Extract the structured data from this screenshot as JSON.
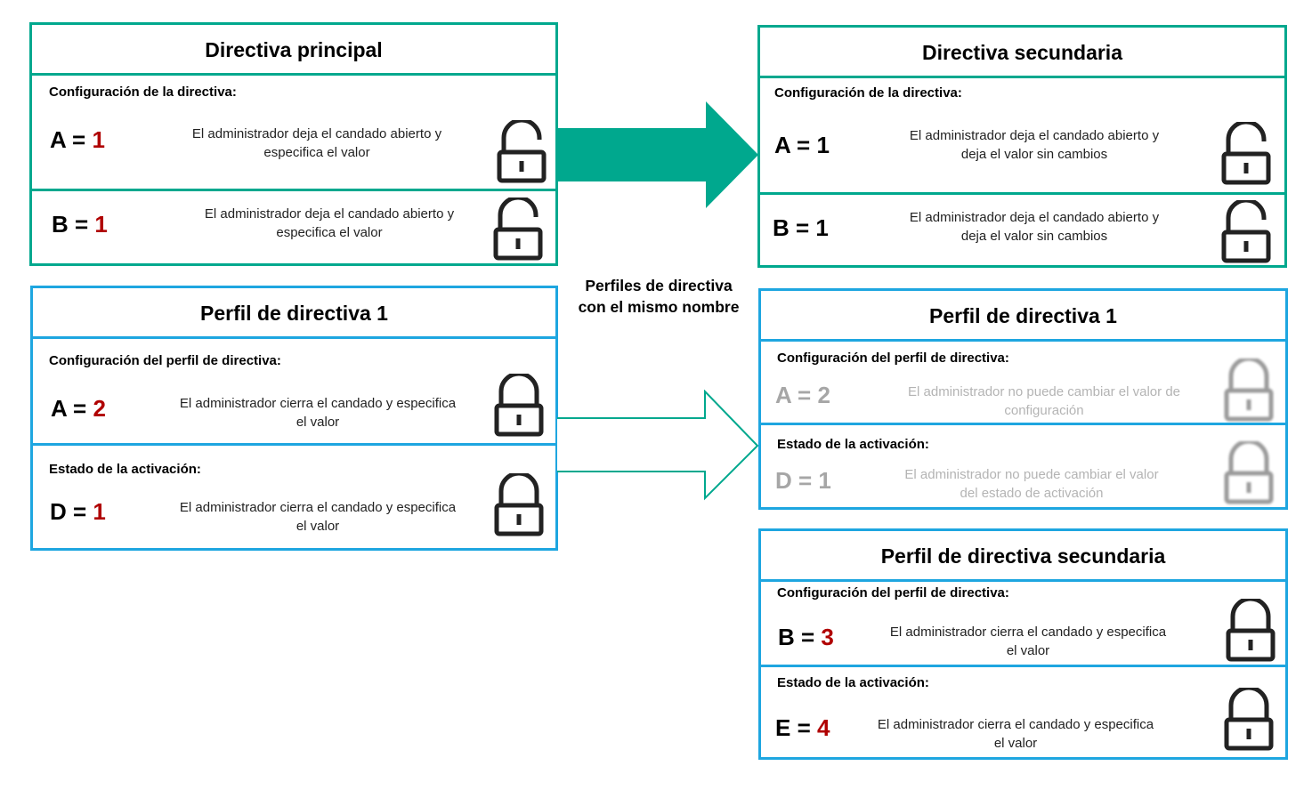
{
  "left": {
    "main_policy": {
      "title": "Directiva principal",
      "section_label": "Configuración  de la directiva:",
      "rows": [
        {
          "var": "A",
          "value": "1",
          "desc_line1": "El administrador  deja  el candado  abierto  y",
          "desc_line2": "especifica  el valor",
          "lock": "unlocked-padlock-icon"
        },
        {
          "var": "B",
          "value": "1",
          "desc_line1": "El administrador  deja  el candado  abierto  y",
          "desc_line2": "especifica  el valor",
          "lock": "unlocked-padlock-icon"
        }
      ]
    },
    "profile": {
      "title": "Perfil de directiva 1",
      "section1_label": "Configuración  del perfil  de directiva:",
      "row1": {
        "var": "A",
        "value": "2",
        "desc_line1": "El administrador  cierra el candado  y especifica",
        "desc_line2": "el valor"
      },
      "section2_label": "Estado  de la activación:",
      "row2": {
        "var": "D",
        "value": "1",
        "desc_line1": "El administrador  cierra el candado  y especifica",
        "desc_line2": "el valor"
      }
    }
  },
  "right": {
    "secondary_policy": {
      "title": "Directiva secundaria",
      "section_label": "Configuración  de la directiva:",
      "rows": [
        {
          "var": "A",
          "value": "1",
          "desc_line1": "El administrador  deja  el candado  abierto  y",
          "desc_line2": "deja  el valor  sin cambios"
        },
        {
          "var": "B",
          "value": "1",
          "desc_line1": "El administrador  deja  el candado  abierto  y",
          "desc_line2": "deja  el valor  sin cambios"
        }
      ]
    },
    "profile": {
      "title": "Perfil de directiva 1",
      "section1_label": "Configuración  del perfil  de directiva:",
      "row1": {
        "var": "A",
        "value": "2",
        "desc_line1": "El administrador  no puede  cambiar  el valor  de",
        "desc_line2": "configuración"
      },
      "section2_label": "Estado  de la activación:",
      "row2": {
        "var": "D",
        "value": "1",
        "desc_line1": "El administrador  no puede  cambiar  el valor",
        "desc_line2": "del estado  de activación"
      }
    },
    "secondary_profile": {
      "title": "Perfil de directiva secundaria",
      "section1_label": "Configuración  del perfil  de directiva:",
      "row1": {
        "var": "B",
        "value": "3",
        "desc_line1": "El administrador  cierra el candado  y especifica",
        "desc_line2": "el valor"
      },
      "section2_label": "Estado  de la activación:",
      "row2": {
        "var": "E",
        "value": "4",
        "desc_line1": "El administrador  cierra el candado  y especifica",
        "desc_line2": "el valor"
      }
    }
  },
  "caption": {
    "line1": "Perfiles de directiva",
    "line2": "con el mismo nombre"
  },
  "colors": {
    "green": "#00a88e",
    "blue": "#1ea6e0",
    "red_value": "#b00000",
    "grey_text": "#b4b4b4"
  }
}
